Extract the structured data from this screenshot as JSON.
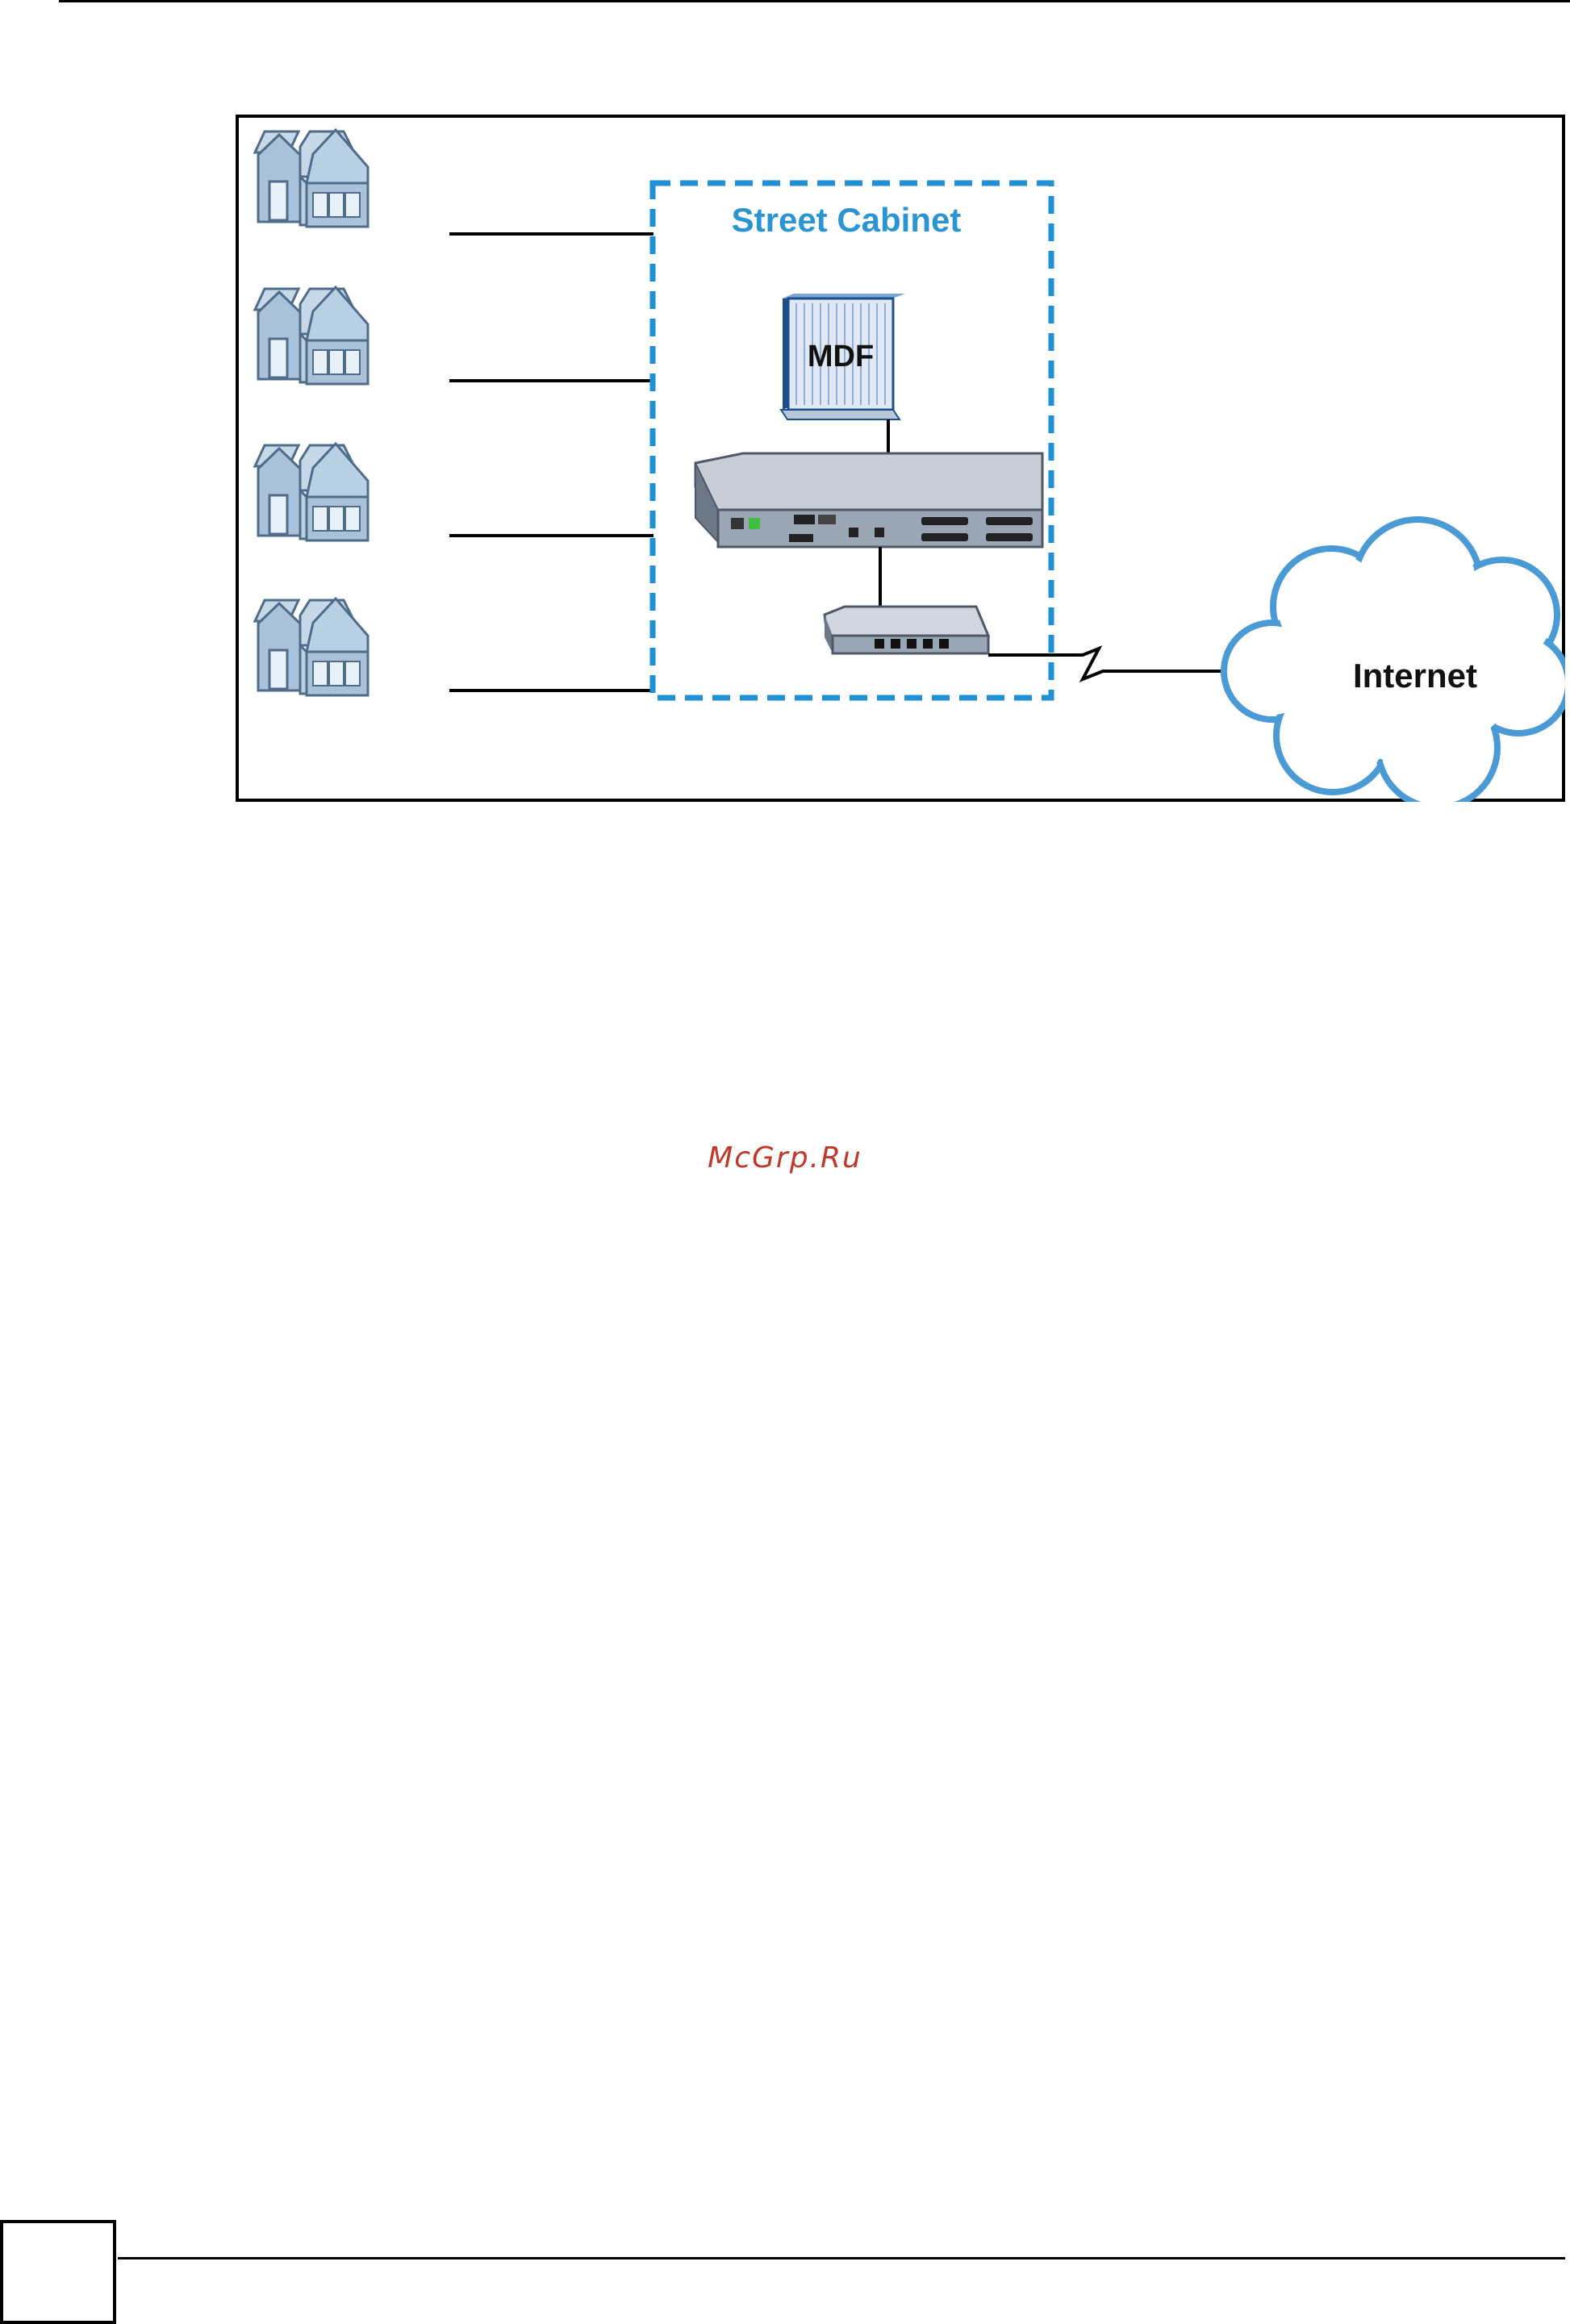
{
  "figure": {
    "cabinet_label": "Street Cabinet",
    "mdf_label": "MDF",
    "internet_label": "Internet",
    "colors": {
      "cabinet_border": "#1f8fd6",
      "cabinet_text": "#2b95d3",
      "house_fill": "#a9c2d9",
      "house_stroke": "#4f6c8a"
    },
    "icons": [
      "house-icon",
      "mdf-icon",
      "dslam-icon",
      "switch-icon",
      "cloud-icon"
    ]
  },
  "watermark": {
    "text": "McGrp.Ru"
  },
  "footer": {
    "page_number": ""
  }
}
